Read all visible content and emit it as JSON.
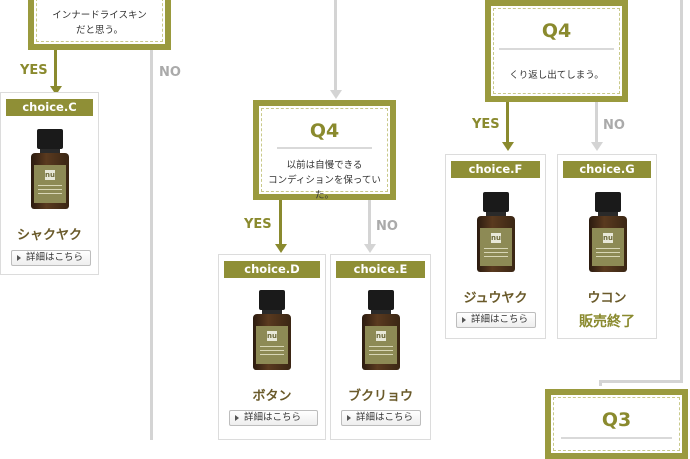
{
  "q_top_left": {
    "text_line1": "インナードライスキン",
    "text_line2": "だと思う。"
  },
  "q4_mid": {
    "title": "Q4",
    "text_line1": "以前は自慢できる",
    "text_line2": "コンディションを保っていた。"
  },
  "q4_right": {
    "title": "Q4",
    "text_line1": "くり返し出てしまう。"
  },
  "q3_bottom": {
    "title": "Q3"
  },
  "labels": {
    "yes": "YES",
    "no": "NO"
  },
  "detail_label": "詳細はこちら",
  "sold_out_label": "販売終了",
  "bottle_logo": "nu",
  "choices": [
    {
      "id": "c",
      "head": "choice.C",
      "name": "シャクヤク"
    },
    {
      "id": "d",
      "head": "choice.D",
      "name": "ボタン"
    },
    {
      "id": "e",
      "head": "choice.E",
      "name": "ブクリョウ"
    },
    {
      "id": "f",
      "head": "choice.F",
      "name": "ジュウヤク"
    },
    {
      "id": "g",
      "head": "choice.G",
      "name": "ウコン"
    }
  ],
  "colors": {
    "olive": "#8a8a2e",
    "olive_head": "#8f8f36",
    "gray_line": "#d4d4d4"
  }
}
